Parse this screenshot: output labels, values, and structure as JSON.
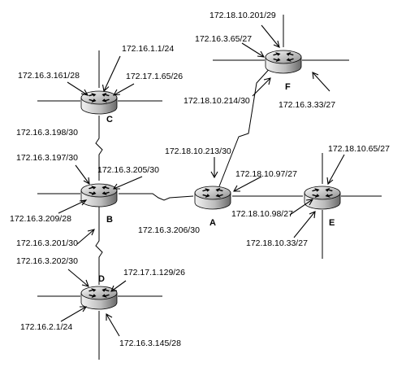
{
  "diagram": {
    "colors": {
      "router_body_light": "#f2f2f2",
      "router_body_dark": "#6a6a6a",
      "router_top_light": "#ffffff",
      "router_top_dark": "#8c8c8c",
      "line": "#000000",
      "background": "#ffffff"
    },
    "routers": [
      {
        "id": "C",
        "label": "C"
      },
      {
        "id": "B",
        "label": "B"
      },
      {
        "id": "D",
        "label": "D"
      },
      {
        "id": "A",
        "label": "A"
      },
      {
        "id": "E",
        "label": "E"
      },
      {
        "id": "F",
        "label": "F"
      }
    ],
    "links": [
      {
        "from": "C",
        "to": "B",
        "type": "serial"
      },
      {
        "from": "B",
        "to": "D",
        "type": "serial"
      },
      {
        "from": "B",
        "to": "A",
        "type": "serial"
      },
      {
        "from": "A",
        "to": "F",
        "type": "serial"
      },
      {
        "from": "A",
        "to": "E",
        "type": "ethernet"
      }
    ],
    "interface_labels": [
      {
        "router": "C",
        "text": "172.16.1.1/24"
      },
      {
        "router": "C",
        "text": "172.16.3.161/28"
      },
      {
        "router": "C",
        "text": "172.17.1.65/26"
      },
      {
        "router": "C",
        "text": "172.16.3.198/30"
      },
      {
        "router": "B",
        "text": "172.16.3.197/30"
      },
      {
        "router": "B",
        "text": "172.16.3.205/30"
      },
      {
        "router": "B",
        "text": "172.16.3.209/28"
      },
      {
        "router": "B",
        "text": "172.16.3.201/30"
      },
      {
        "router": "D",
        "text": "172.16.3.202/30"
      },
      {
        "router": "D",
        "text": "172.17.1.129/26"
      },
      {
        "router": "D",
        "text": "172.16.2.1/24"
      },
      {
        "router": "D",
        "text": "172.16.3.145/28"
      },
      {
        "router": "A",
        "text": "172.18.10.213/30"
      },
      {
        "router": "A",
        "text": "172.16.3.206/30"
      },
      {
        "router": "A",
        "text": "172.18.10.97/27"
      },
      {
        "router": "E",
        "text": "172.18.10.98/27"
      },
      {
        "router": "E",
        "text": "172.18.10.65/27"
      },
      {
        "router": "E",
        "text": "172.18.10.33/27"
      },
      {
        "router": "F",
        "text": "172.18.10.201/29"
      },
      {
        "router": "F",
        "text": "172.16.3.65/27"
      },
      {
        "router": "F",
        "text": "172.18.10.214/30"
      },
      {
        "router": "F",
        "text": "172.16.3.33/27"
      }
    ]
  }
}
